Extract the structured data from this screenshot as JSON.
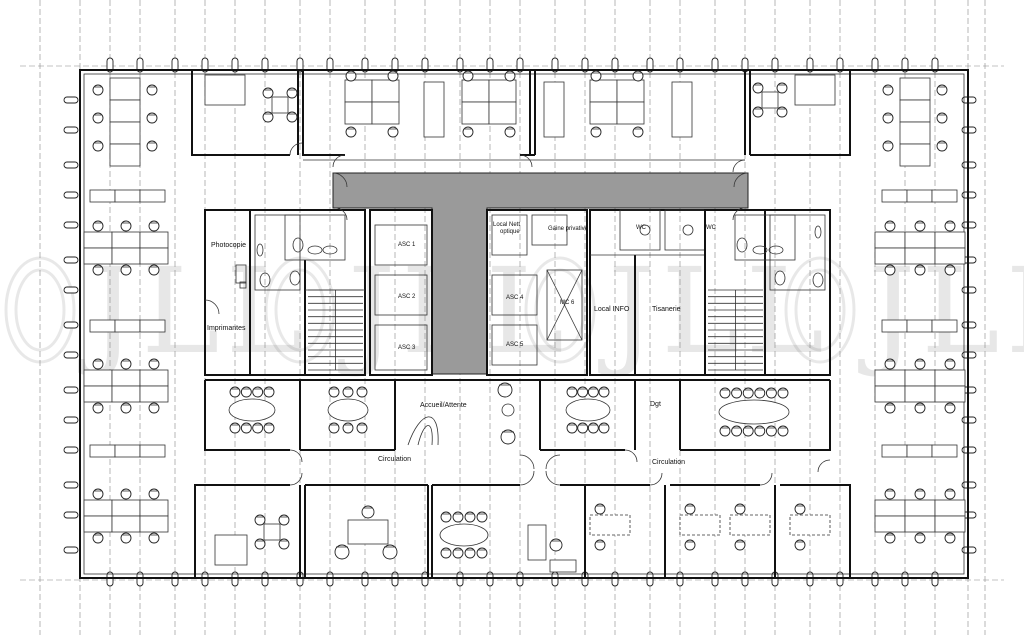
{
  "rooms": {
    "photocopie": "Photocopie",
    "imprimantes": "Imprimantes",
    "asc1": "ASC 1",
    "asc2": "ASC 2",
    "asc3": "ASC 3",
    "asc4": "ASC 4",
    "asc5": "ASC 5",
    "mc6": "MC 6",
    "local_nettoyage": "Local Nett",
    "optique": "optique",
    "gaine_privative": "Gaine privative",
    "local_info": "Local INFO",
    "tisanerie": "Tisanerie",
    "accueil": "Accueil/Attente",
    "dgt": "Dgt",
    "circulation_left": "Circulation",
    "circulation_right": "Circulation",
    "wc_1": "WC",
    "wc_2": "WC"
  },
  "watermark": {
    "text": "JLL"
  },
  "colors": {
    "core_fill": "#9a9a9a",
    "watermark": "#000000"
  }
}
